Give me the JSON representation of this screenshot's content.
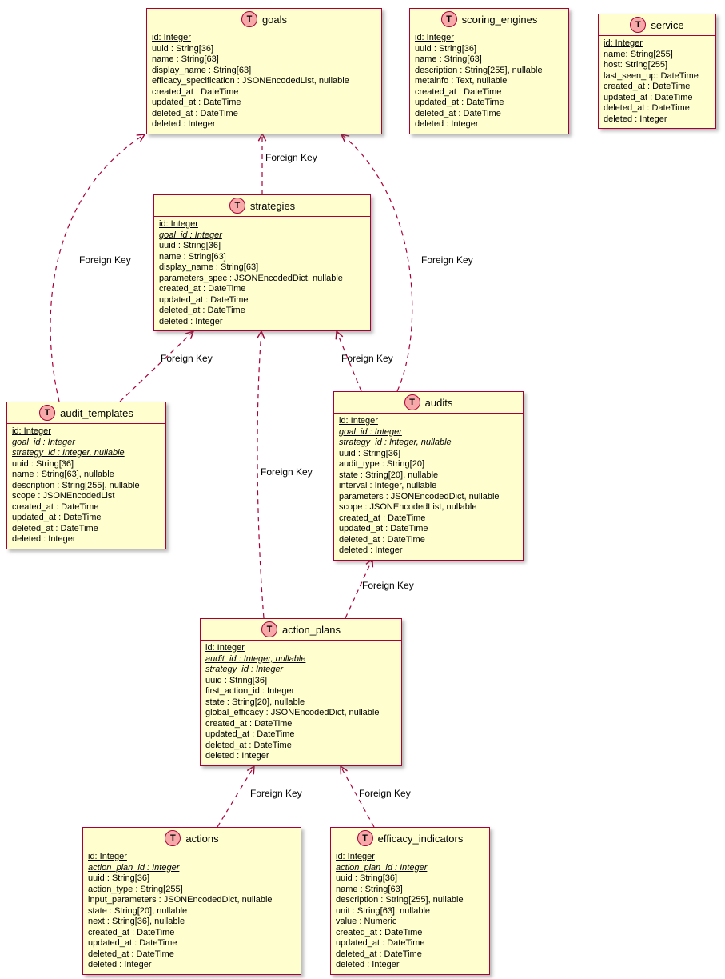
{
  "diagram": {
    "colors": {
      "table_fill": "#FEFECE",
      "table_border": "#A80036",
      "edge_color": "#A80036",
      "stereotype_fill": "#F7A8A8"
    },
    "tables": [
      {
        "name": "goals",
        "stereotype": "T",
        "fields": [
          {
            "text": "id: Integer",
            "pk": true
          },
          {
            "text": "uuid : String[36]"
          },
          {
            "text": "name : String[63]"
          },
          {
            "text": "display_name : String[63]"
          },
          {
            "text": "efficacy_specification : JSONEncodedList, nullable"
          },
          {
            "text": "created_at : DateTime"
          },
          {
            "text": "updated_at : DateTime"
          },
          {
            "text": "deleted_at : DateTime"
          },
          {
            "text": "deleted : Integer"
          }
        ]
      },
      {
        "name": "scoring_engines",
        "stereotype": "T",
        "fields": [
          {
            "text": "id: Integer",
            "pk": true
          },
          {
            "text": "uuid : String[36]"
          },
          {
            "text": "name : String[63]"
          },
          {
            "text": "description : String[255], nullable"
          },
          {
            "text": "metainfo : Text, nullable"
          },
          {
            "text": "created_at : DateTime"
          },
          {
            "text": "updated_at : DateTime"
          },
          {
            "text": "deleted_at : DateTime"
          },
          {
            "text": "deleted : Integer"
          }
        ]
      },
      {
        "name": "service",
        "stereotype": "T",
        "fields": [
          {
            "text": "id: Integer",
            "pk": true
          },
          {
            "text": "name: String[255]"
          },
          {
            "text": "host: String[255]"
          },
          {
            "text": "last_seen_up: DateTime"
          },
          {
            "text": "created_at : DateTime"
          },
          {
            "text": "updated_at : DateTime"
          },
          {
            "text": "deleted_at : DateTime"
          },
          {
            "text": "deleted : Integer"
          }
        ]
      },
      {
        "name": "strategies",
        "stereotype": "T",
        "fields": [
          {
            "text": "id: Integer",
            "pk": true
          },
          {
            "text": "goal_id : Integer",
            "fk": true
          },
          {
            "text": "uuid : String[36]"
          },
          {
            "text": "name : String[63]"
          },
          {
            "text": "display_name : String[63]"
          },
          {
            "text": "parameters_spec : JSONEncodedDict, nullable"
          },
          {
            "text": "created_at : DateTime"
          },
          {
            "text": "updated_at : DateTime"
          },
          {
            "text": "deleted_at : DateTime"
          },
          {
            "text": "deleted : Integer"
          }
        ]
      },
      {
        "name": "audit_templates",
        "stereotype": "T",
        "fields": [
          {
            "text": "id: Integer",
            "pk": true
          },
          {
            "text": "goal_id : Integer",
            "fk": true
          },
          {
            "text": "strategy_id : Integer, nullable",
            "fk": true
          },
          {
            "text": "uuid : String[36]"
          },
          {
            "text": "name : String[63], nullable"
          },
          {
            "text": "description : String[255], nullable"
          },
          {
            "text": "scope : JSONEncodedList"
          },
          {
            "text": "created_at : DateTime"
          },
          {
            "text": "updated_at : DateTime"
          },
          {
            "text": "deleted_at : DateTime"
          },
          {
            "text": "deleted : Integer"
          }
        ]
      },
      {
        "name": "audits",
        "stereotype": "T",
        "fields": [
          {
            "text": "id: Integer",
            "pk": true
          },
          {
            "text": "goal_id : Integer",
            "fk": true
          },
          {
            "text": "strategy_id : Integer, nullable",
            "fk": true
          },
          {
            "text": "uuid : String[36]"
          },
          {
            "text": "audit_type : String[20]"
          },
          {
            "text": "state : String[20], nullable"
          },
          {
            "text": "interval : Integer, nullable"
          },
          {
            "text": "parameters : JSONEncodedDict, nullable"
          },
          {
            "text": "scope : JSONEncodedList, nullable"
          },
          {
            "text": "created_at : DateTime"
          },
          {
            "text": "updated_at : DateTime"
          },
          {
            "text": "deleted_at : DateTime"
          },
          {
            "text": "deleted : Integer"
          }
        ]
      },
      {
        "name": "action_plans",
        "stereotype": "T",
        "fields": [
          {
            "text": "id: Integer",
            "pk": true
          },
          {
            "text": "audit_id : Integer, nullable",
            "fk": true
          },
          {
            "text": "strategy_id : Integer",
            "fk": true
          },
          {
            "text": "uuid : String[36]"
          },
          {
            "text": "first_action_id : Integer"
          },
          {
            "text": "state : String[20], nullable"
          },
          {
            "text": "global_efficacy : JSONEncodedDict, nullable"
          },
          {
            "text": "created_at : DateTime"
          },
          {
            "text": "updated_at : DateTime"
          },
          {
            "text": "deleted_at : DateTime"
          },
          {
            "text": "deleted : Integer"
          }
        ]
      },
      {
        "name": "actions",
        "stereotype": "T",
        "fields": [
          {
            "text": "id: Integer",
            "pk": true
          },
          {
            "text": "action_plan_id : Integer",
            "fk": true
          },
          {
            "text": "uuid : String[36]"
          },
          {
            "text": "action_type : String[255]"
          },
          {
            "text": "input_parameters : JSONEncodedDict, nullable"
          },
          {
            "text": "state : String[20], nullable"
          },
          {
            "text": "next : String[36], nullable"
          },
          {
            "text": "created_at : DateTime"
          },
          {
            "text": "updated_at : DateTime"
          },
          {
            "text": "deleted_at : DateTime"
          },
          {
            "text": "deleted : Integer"
          }
        ]
      },
      {
        "name": "efficacy_indicators",
        "stereotype": "T",
        "fields": [
          {
            "text": "id: Integer",
            "pk": true
          },
          {
            "text": "action_plan_id : Integer",
            "fk": true
          },
          {
            "text": "uuid : String[36]"
          },
          {
            "text": "name : String[63]"
          },
          {
            "text": "description : String[255], nullable"
          },
          {
            "text": "unit : String[63], nullable"
          },
          {
            "text": "value : Numeric"
          },
          {
            "text": "created_at : DateTime"
          },
          {
            "text": "updated_at : DateTime"
          },
          {
            "text": "deleted_at : DateTime"
          },
          {
            "text": "deleted : Integer"
          }
        ]
      }
    ],
    "relationships": [
      {
        "from": "strategies",
        "to": "goals",
        "label": "Foreign Key"
      },
      {
        "from": "audit_templates",
        "to": "goals",
        "label": "Foreign Key"
      },
      {
        "from": "audits",
        "to": "goals",
        "label": "Foreign Key"
      },
      {
        "from": "audit_templates",
        "to": "strategies",
        "label": "Foreign Key"
      },
      {
        "from": "audits",
        "to": "strategies",
        "label": "Foreign Key"
      },
      {
        "from": "action_plans",
        "to": "strategies",
        "label": "Foreign Key"
      },
      {
        "from": "action_plans",
        "to": "audits",
        "label": "Foreign Key"
      },
      {
        "from": "actions",
        "to": "action_plans",
        "label": "Foreign Key"
      },
      {
        "from": "efficacy_indicators",
        "to": "action_plans",
        "label": "Foreign Key"
      }
    ]
  }
}
